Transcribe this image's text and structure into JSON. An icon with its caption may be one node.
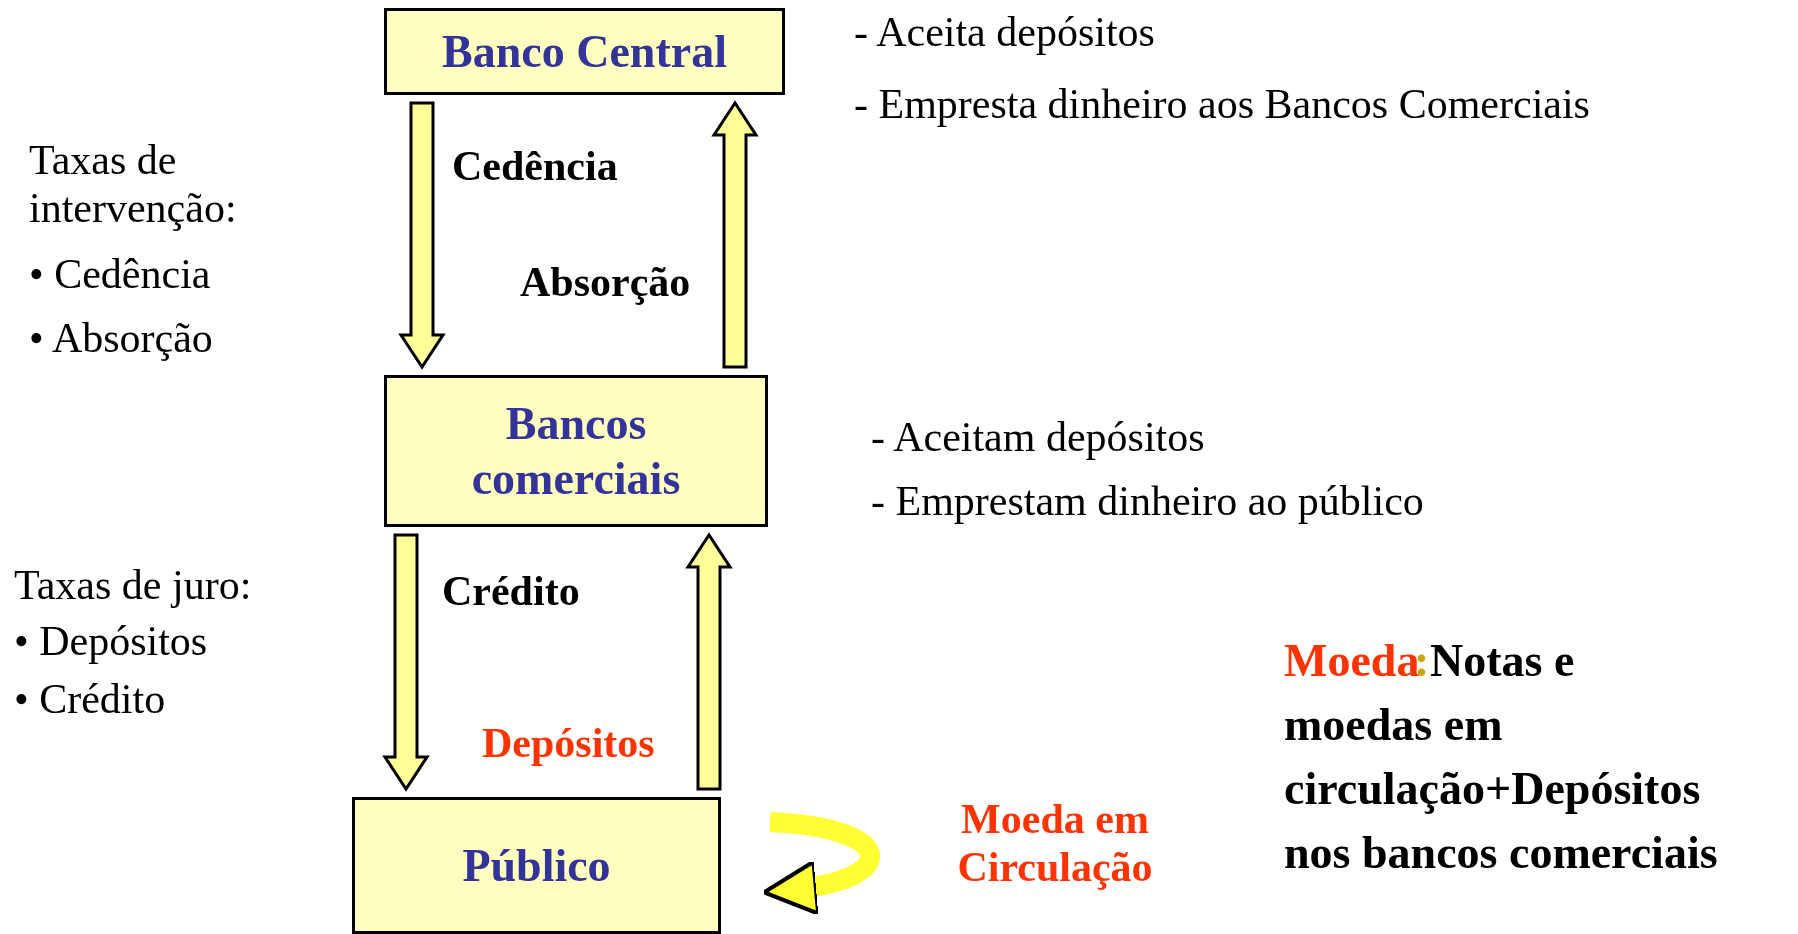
{
  "diagram": {
    "nodes": [
      {
        "text": [
          "Banco Central"
        ],
        "beside": [
          "- Aceita depósitos",
          "- Empresta dinheiro aos Bancos Comerciais"
        ]
      },
      {
        "text": [
          "Bancos comerciais"
        ],
        "beside": [
          "- Aceitam depósitos",
          "- Emprestam dinheiro ao público"
        ]
      },
      {
        "text": [
          "Público"
        ]
      }
    ],
    "edges": [
      {
        "from": 0,
        "to": 1,
        "arrow": "to",
        "label": "Cedência"
      },
      {
        "from": 1,
        "to": 0,
        "arrow": "to",
        "label": "Absorção"
      },
      {
        "from": 1,
        "to": 2,
        "arrow": "to",
        "label": "Crédito"
      },
      {
        "from": 2,
        "to": 1,
        "arrow": "to",
        "label": "Depósitos"
      },
      {
        "from": 2,
        "to": 2,
        "arrow": "to"
      }
    ],
    "labels": [
      "Taxas de intervenção:",
      "• Cedência",
      "• Absorção",
      "Taxas de juro:",
      "• Depósitos",
      "• Crédito",
      "Moeda em Circulação",
      "Moeda",
      ":",
      "Notas e moedas em circulação+Depósitos nos bancos comerciais"
    ]
  }
}
